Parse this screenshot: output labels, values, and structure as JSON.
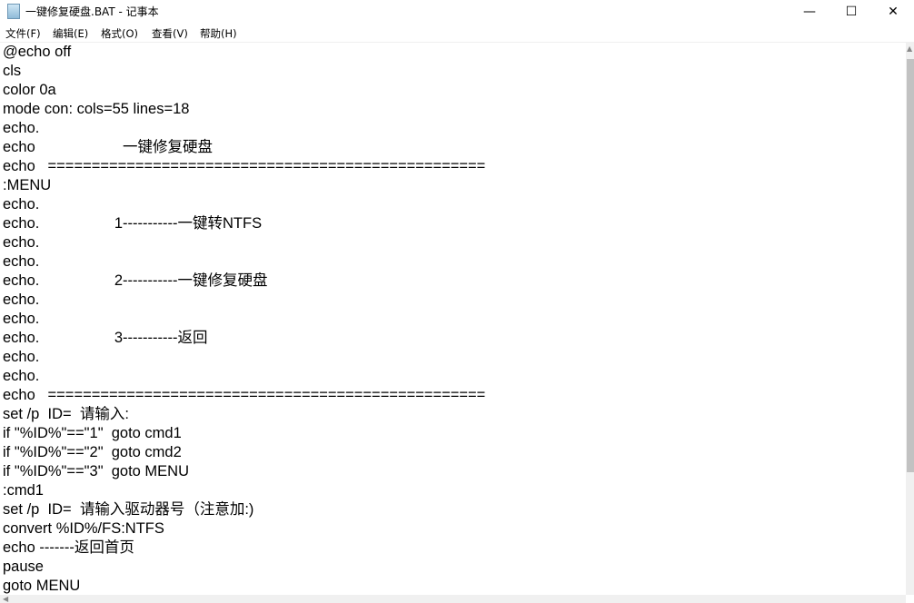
{
  "window": {
    "title": "一键修复硬盘.BAT - 记事本",
    "icon": "notepad-icon",
    "controls": {
      "minimize": "—",
      "maximize": "☐",
      "close": "✕"
    }
  },
  "menu": [
    {
      "label": "文件(F)"
    },
    {
      "label": "编辑(E)"
    },
    {
      "label": "格式(O)"
    },
    {
      "label": "查看(V)"
    },
    {
      "label": "帮助(H)"
    }
  ],
  "editor": {
    "lines": [
      "@echo off",
      "cls",
      "color 0a",
      "mode con: cols=55 lines=18",
      "echo.",
      "echo                     一键修复硬盘",
      "echo   ==================================================",
      ":MENU",
      "echo.",
      "echo.                  1-----------一键转NTFS",
      "echo.",
      "echo.",
      "echo.                  2-----------一键修复硬盘",
      "echo.",
      "echo.",
      "echo.                  3-----------返回",
      "echo.",
      "echo.",
      "echo   ==================================================",
      "set /p  ID=  请输入:",
      "if \"%ID%\"==\"1\"  goto cmd1",
      "if \"%ID%\"==\"2\"  goto cmd2",
      "if \"%ID%\"==\"3\"  goto MENU",
      ":cmd1",
      "set /p  ID=  请输入驱动器号（注意加:)",
      "convert %ID%/FS:NTFS",
      "echo -------返回首页",
      "pause",
      "goto MENU"
    ]
  }
}
